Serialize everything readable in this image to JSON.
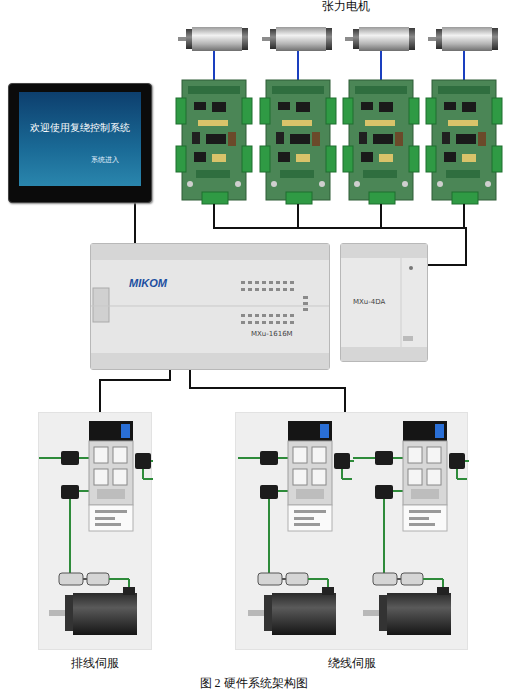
{
  "diagram": {
    "caption": "图 2 硬件系统架构图",
    "nodes": [
      {
        "text": [
          "欢迎使用复绕控制系统",
          "系统进入"
        ]
      },
      {
        "text": [
          "MIKOM",
          "MXu-1616M"
        ]
      },
      {
        "text": [
          "MXu-4DA"
        ]
      },
      {
        "text": [
          "排线伺服"
        ]
      },
      {
        "text": [
          "绕线伺服"
        ]
      }
    ],
    "edges": [
      {
        "from": 0,
        "to": 1,
        "arrow": "none"
      },
      {
        "from": 1,
        "to": 3,
        "arrow": "none"
      },
      {
        "from": 1,
        "to": 4,
        "arrow": "none"
      }
    ],
    "labels": [
      "张力电机"
    ]
  }
}
